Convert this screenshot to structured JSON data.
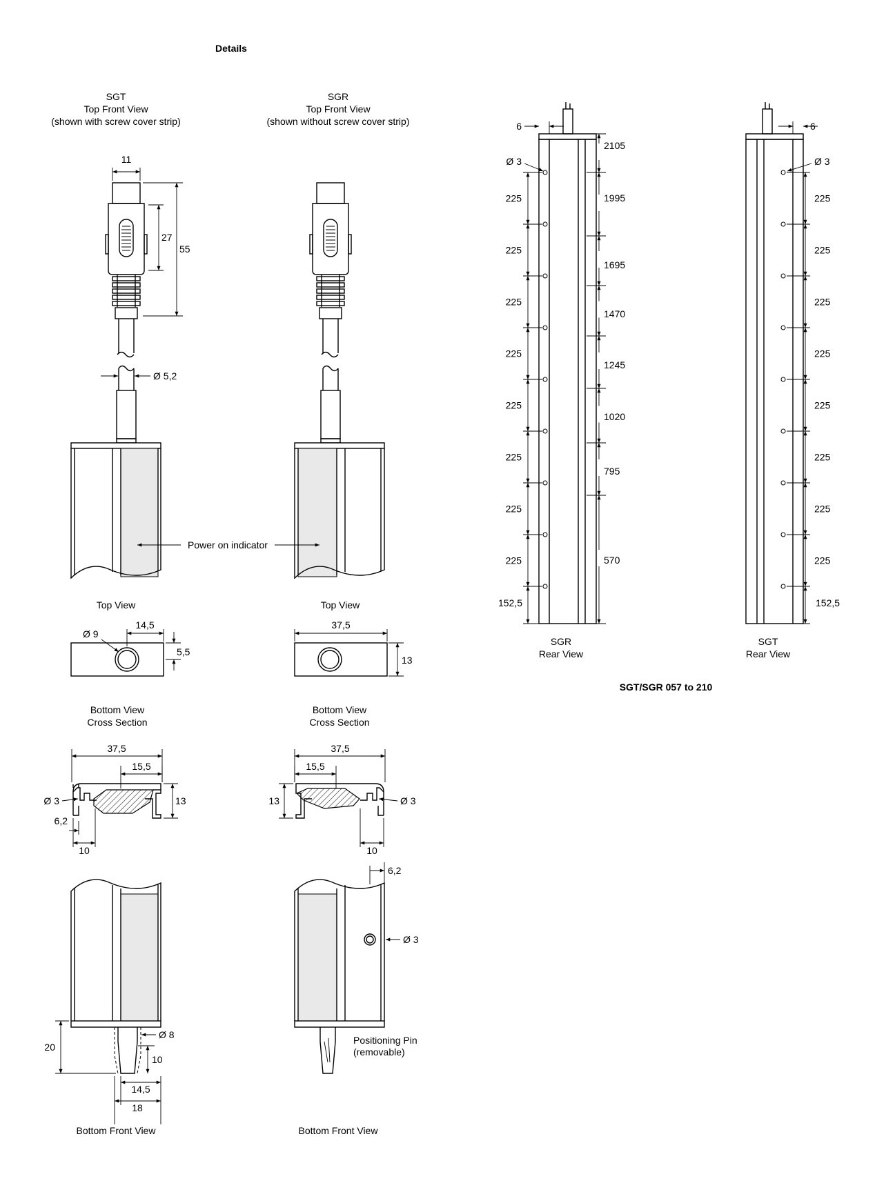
{
  "page": {
    "heading": "Details",
    "series_label": "SGT/SGR 057 to 210"
  },
  "views": {
    "sgt_top": {
      "line1": "SGT",
      "line2": "Top Front View",
      "line3": "(shown with screw cover strip)"
    },
    "sgr_top": {
      "line1": "SGR",
      "line2": "Top Front View",
      "line3": "(shown without screw cover strip)"
    },
    "power_indicator": "Power on indicator",
    "top_view": "Top View",
    "bottom_cross": {
      "line1": "Bottom View",
      "line2": "Cross Section"
    },
    "bottom_front": "Bottom Front View",
    "positioning_pin": {
      "line1": "Positioning Pin",
      "line2": "(removable)"
    },
    "sgr_rear": {
      "line1": "SGR",
      "line2": "Rear View"
    },
    "sgt_rear": {
      "line1": "SGT",
      "line2": "Rear View"
    }
  },
  "dims": {
    "connector_width": "11",
    "connector_grip": "27",
    "connector_total": "55",
    "cable_dia": "Ø 5,2",
    "top_hole_dia": "Ø 9",
    "top_hole_offset": "14,5",
    "top_hole_depth": "5,5",
    "top_width": "37,5",
    "top_height": "13",
    "cs_width": "37,5",
    "cs_inner": "15,5",
    "cs_height": "13",
    "cs_hole": "Ø 3",
    "cs_offset": "6,2",
    "cs_base": "10",
    "bf_pin_len": "20",
    "bf_pin_dia": "Ø 8",
    "bf_pin_tip": "10",
    "bf_offset": "14,5",
    "bf_width": "18",
    "bf_sgr_offset": "6,2",
    "bf_sgr_hole": "Ø 3",
    "rear_edge": "6",
    "rear_hole": "Ø 3",
    "pitch_labels": [
      "225",
      "225",
      "225",
      "225",
      "225",
      "225",
      "225",
      "225"
    ],
    "rear_bottom": "152,5",
    "heights": [
      "2105",
      "1995",
      "1695",
      "1470",
      "1245",
      "1020",
      "795",
      "570"
    ]
  }
}
